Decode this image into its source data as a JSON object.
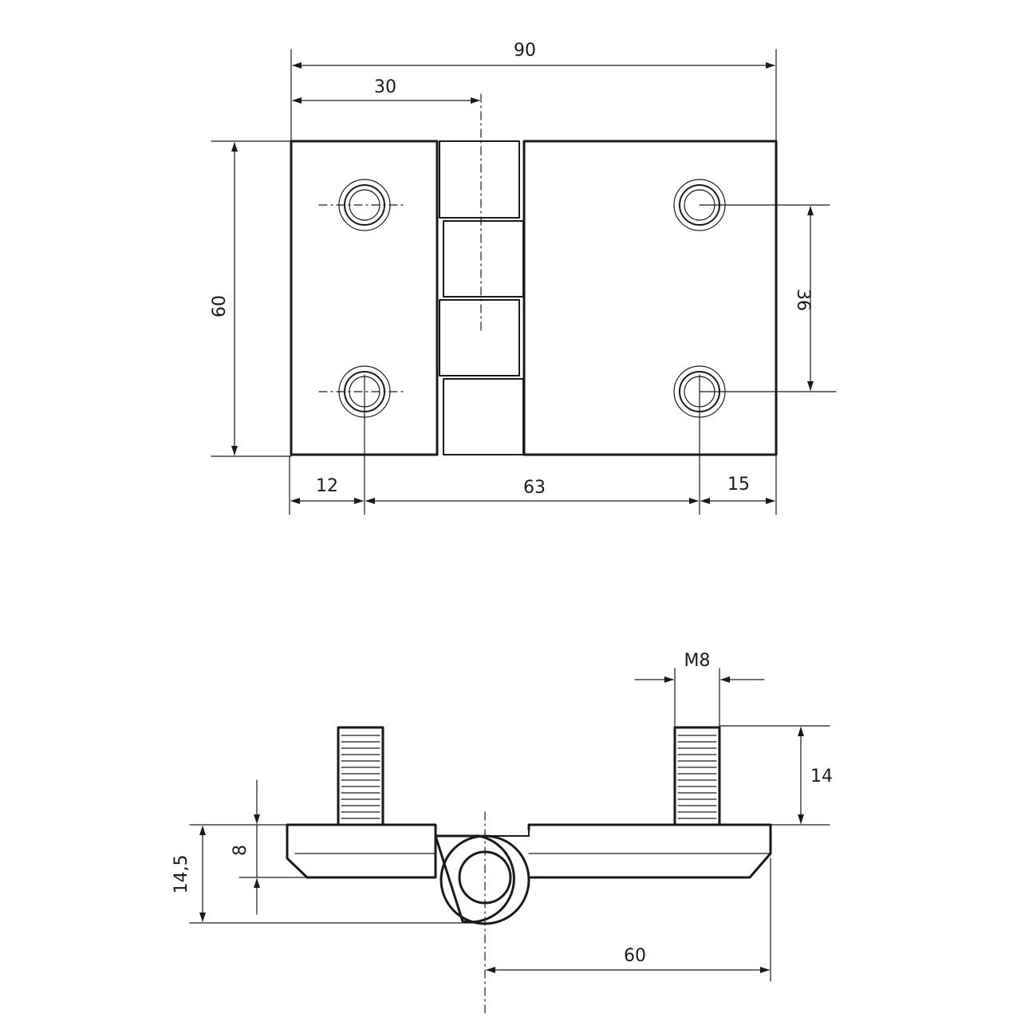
{
  "dimensions": {
    "overall_width": "90",
    "hinge_axis_offset": "30",
    "plate_height": "60",
    "hole_spacing_vertical": "36",
    "left_edge_to_hole": "12",
    "hole_spacing_horizontal": "63",
    "right_hole_to_edge": "15",
    "thread_size": "M8",
    "stud_length": "14",
    "plate_thickness": "8",
    "overall_thickness": "14,5",
    "axis_to_side_edge": "60"
  }
}
